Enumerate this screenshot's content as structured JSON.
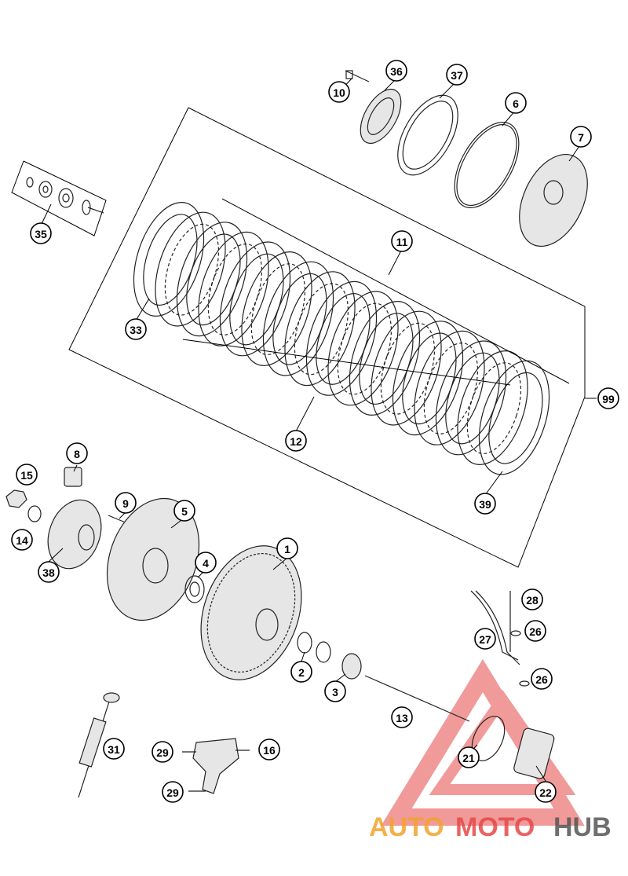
{
  "callouts": [
    "1",
    "2",
    "3",
    "4",
    "5",
    "6",
    "7",
    "8",
    "9",
    "10",
    "11",
    "12",
    "13",
    "14",
    "15",
    "16",
    "21",
    "22",
    "26",
    "26",
    "27",
    "28",
    "29",
    "29",
    "31",
    "33",
    "35",
    "36",
    "37",
    "38",
    "39",
    "99"
  ],
  "watermark": {
    "part1": "AUTO",
    "part2": "MOTO",
    "part3": "HUB"
  },
  "colors": {
    "watermark_red": "#e54848",
    "watermark_orange": "#f2a22c",
    "watermark_gray": "#555555",
    "line": "#000000"
  }
}
